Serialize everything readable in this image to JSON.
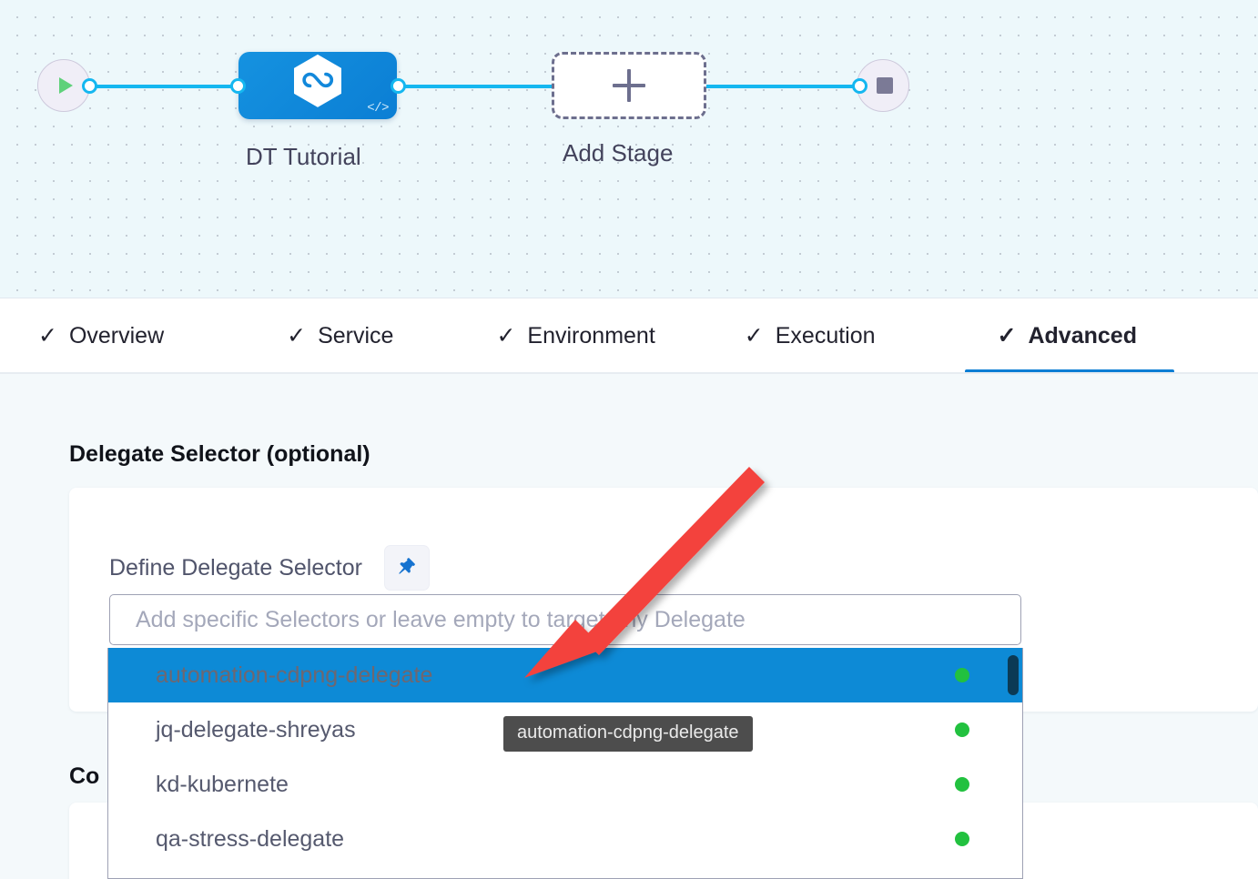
{
  "pipeline": {
    "start_node": {
      "icon": "play-icon",
      "label": ""
    },
    "stage_node": {
      "label": "DT Tutorial",
      "icon": "deployment-hexagon-icon",
      "code_glyph": "</>"
    },
    "add_stage_node": {
      "label": "Add Stage",
      "icon": "plus-icon"
    },
    "end_node": {
      "icon": "stop-icon"
    },
    "connector_color": "#15b7f0",
    "stage_color": "#0b7ed4"
  },
  "tabs": [
    {
      "label": "Overview",
      "check": "✓",
      "active": false
    },
    {
      "label": "Service",
      "check": "✓",
      "active": false
    },
    {
      "label": "Environment",
      "check": "✓",
      "active": false
    },
    {
      "label": "Execution",
      "check": "✓",
      "active": false
    },
    {
      "label": "Advanced",
      "check": "✓",
      "active": true
    }
  ],
  "active_tab_accent": "#0b7ed4",
  "advanced": {
    "delegate_selector": {
      "section_title": "Delegate Selector (optional)",
      "define_label": "Define Delegate Selector",
      "pin_icon": "pushpin-icon",
      "input_placeholder": "Add specific Selectors or leave empty to target any Delegate",
      "input_value": "",
      "options": [
        {
          "name": "automation-cdpng-delegate",
          "status": "connected",
          "selected": true
        },
        {
          "name": "jq-delegate-shreyas",
          "status": "connected",
          "selected": false
        },
        {
          "name": "kd-kubernete",
          "status": "connected",
          "selected": false
        },
        {
          "name": "qa-stress-delegate",
          "status": "connected",
          "selected": false
        }
      ],
      "status_dot_color": "#22c13f",
      "highlight_color": "#0d8ad6",
      "tooltip_text": "automation-cdpng-delegate"
    },
    "second_section_title": "Co"
  },
  "annotation": {
    "arrow_color": "#f3433c",
    "arrow_points_to": "automation-cdpng-delegate"
  }
}
